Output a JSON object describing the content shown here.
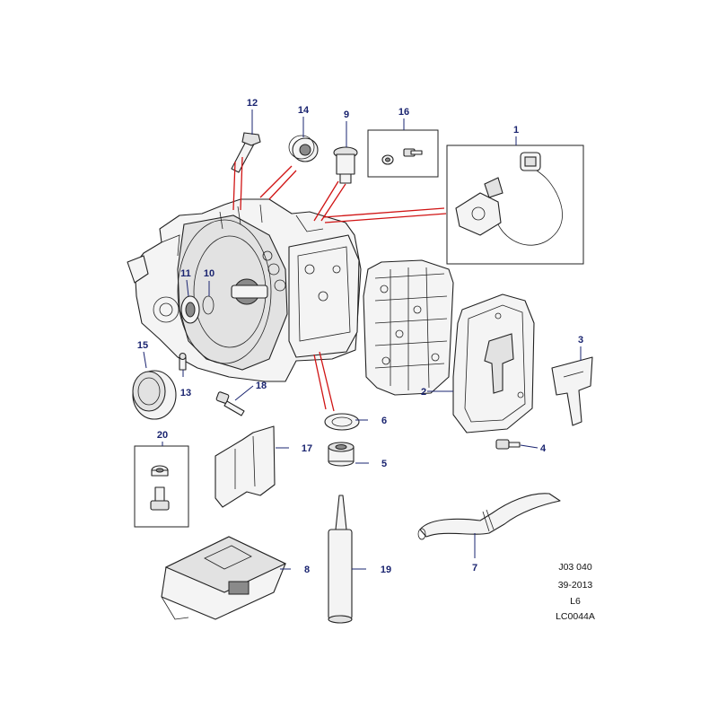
{
  "callouts": [
    {
      "id": "c1",
      "label": "1"
    },
    {
      "id": "c2",
      "label": "2"
    },
    {
      "id": "c3",
      "label": "3"
    },
    {
      "id": "c4",
      "label": "4"
    },
    {
      "id": "c5",
      "label": "5"
    },
    {
      "id": "c6",
      "label": "6"
    },
    {
      "id": "c7",
      "label": "7"
    },
    {
      "id": "c8",
      "label": "8"
    },
    {
      "id": "c9",
      "label": "9"
    },
    {
      "id": "c10",
      "label": "10"
    },
    {
      "id": "c11",
      "label": "11"
    },
    {
      "id": "c12",
      "label": "12"
    },
    {
      "id": "c13",
      "label": "13"
    },
    {
      "id": "c14",
      "label": "14"
    },
    {
      "id": "c15",
      "label": "15"
    },
    {
      "id": "c16",
      "label": "16"
    },
    {
      "id": "c17",
      "label": "17"
    },
    {
      "id": "c18",
      "label": "18"
    },
    {
      "id": "c19",
      "label": "19"
    },
    {
      "id": "c20",
      "label": "20"
    }
  ],
  "reference_block": {
    "line1": "J03 040",
    "line2": "39-2013",
    "line3": "L6",
    "line4": "LC0044A"
  }
}
